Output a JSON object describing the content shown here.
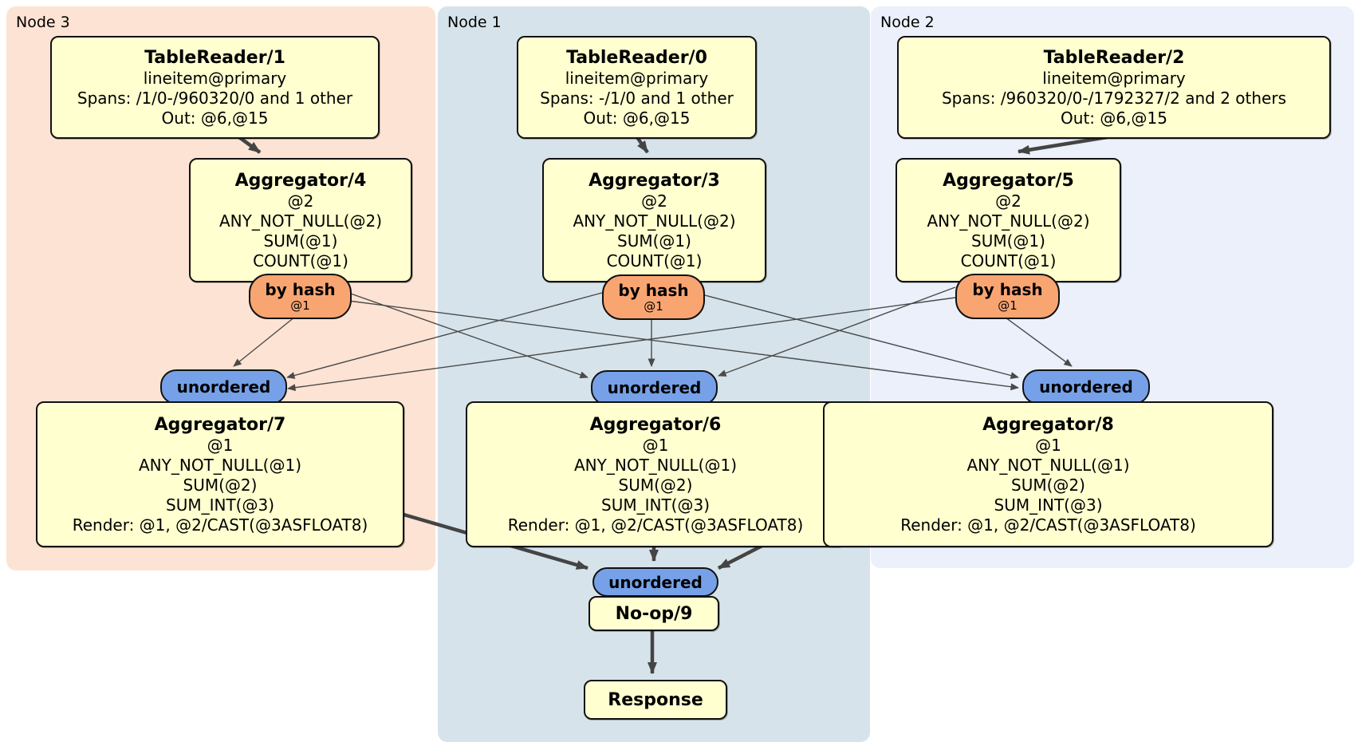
{
  "regions": {
    "node3": {
      "label": "Node 3"
    },
    "node1": {
      "label": "Node 1"
    },
    "node2": {
      "label": "Node 2"
    }
  },
  "colors": {
    "node3_bg": "#fde3d4",
    "node1_bg": "#d6e3ea",
    "node2_bg": "#ebf0fb",
    "processor_bg": "#ffffd0",
    "router_bg": "#f9a572",
    "sync_bg": "#76a1e8",
    "edge": "#444444"
  },
  "processors": {
    "tr1": {
      "title": "TableReader/1",
      "lines": [
        "lineitem@primary",
        "Spans: /1/0-/960320/0 and 1 other",
        "Out: @6,@15"
      ]
    },
    "tr0": {
      "title": "TableReader/0",
      "lines": [
        "lineitem@primary",
        "Spans: -/1/0 and 1 other",
        "Out: @6,@15"
      ]
    },
    "tr2": {
      "title": "TableReader/2",
      "lines": [
        "lineitem@primary",
        "Spans: /960320/0-/1792327/2 and 2 others",
        "Out: @6,@15"
      ]
    },
    "agg4": {
      "title": "Aggregator/4",
      "lines": [
        "@2",
        "ANY_NOT_NULL(@2)",
        "SUM(@1)",
        "COUNT(@1)"
      ]
    },
    "agg3": {
      "title": "Aggregator/3",
      "lines": [
        "@2",
        "ANY_NOT_NULL(@2)",
        "SUM(@1)",
        "COUNT(@1)"
      ]
    },
    "agg5": {
      "title": "Aggregator/5",
      "lines": [
        "@2",
        "ANY_NOT_NULL(@2)",
        "SUM(@1)",
        "COUNT(@1)"
      ]
    },
    "agg7": {
      "title": "Aggregator/7",
      "lines": [
        "@1",
        "ANY_NOT_NULL(@1)",
        "SUM(@2)",
        "SUM_INT(@3)",
        "Render: @1, @2/CAST(@3ASFLOAT8)"
      ]
    },
    "agg6": {
      "title": "Aggregator/6",
      "lines": [
        "@1",
        "ANY_NOT_NULL(@1)",
        "SUM(@2)",
        "SUM_INT(@3)",
        "Render: @1, @2/CAST(@3ASFLOAT8)"
      ]
    },
    "agg8": {
      "title": "Aggregator/8",
      "lines": [
        "@1",
        "ANY_NOT_NULL(@1)",
        "SUM(@2)",
        "SUM_INT(@3)",
        "Render: @1, @2/CAST(@3ASFLOAT8)"
      ]
    },
    "noop": {
      "title": "No-op/9"
    },
    "response": {
      "title": "Response"
    }
  },
  "router": {
    "label": "by hash",
    "key": "@1"
  },
  "sync": {
    "label": "unordered"
  }
}
